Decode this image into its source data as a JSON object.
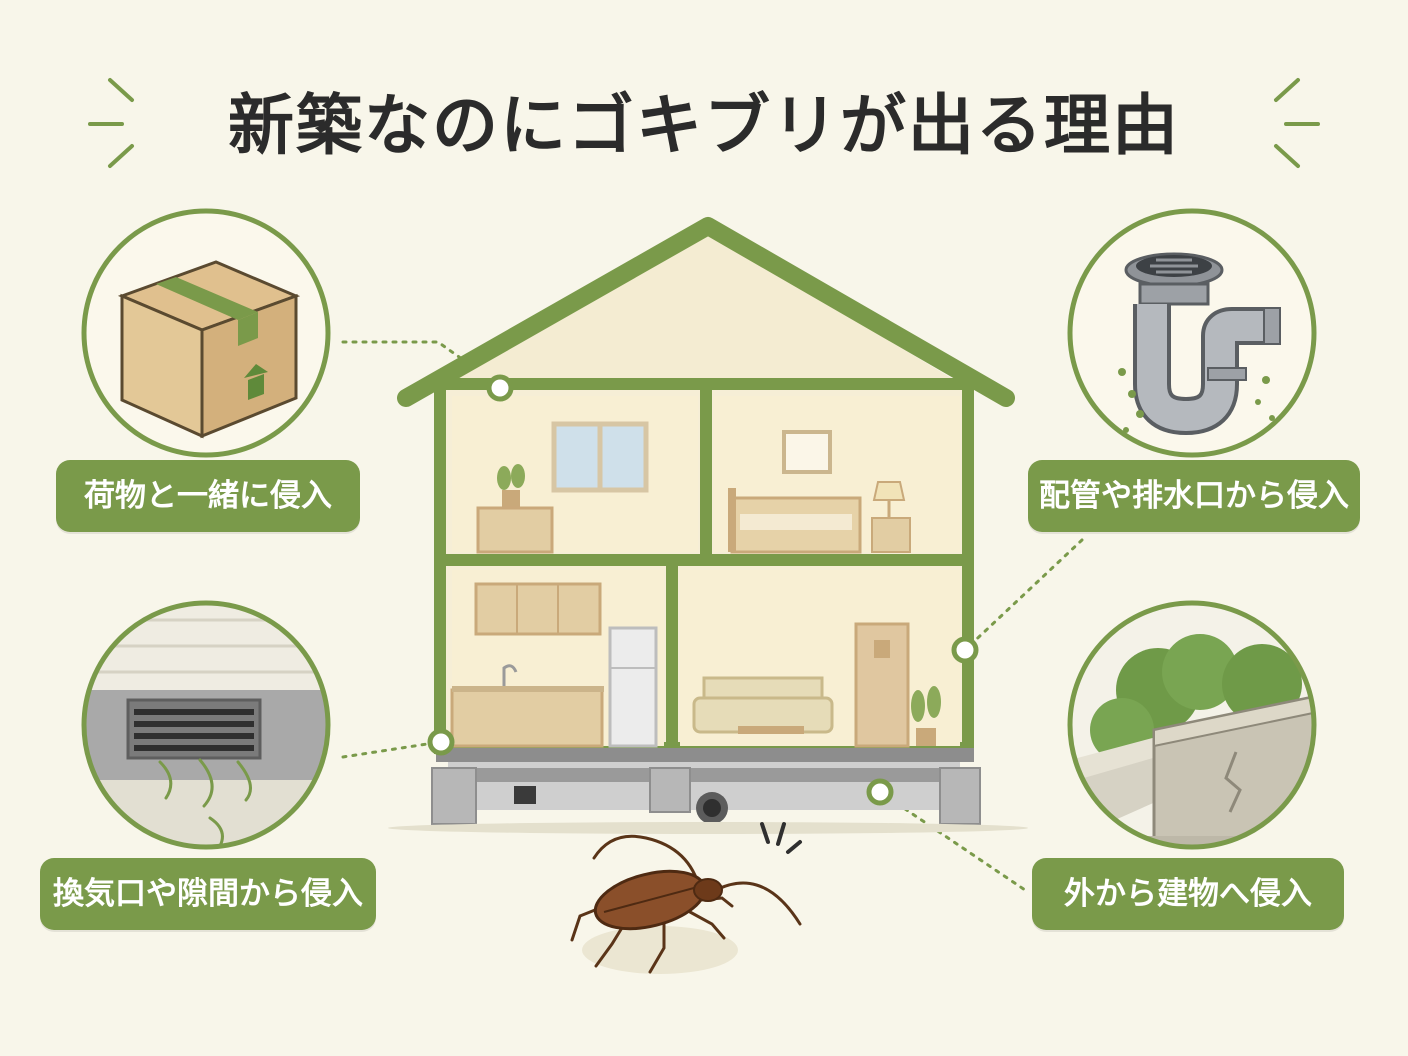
{
  "title": "新築なのにゴキブリが出る理由",
  "causes": [
    {
      "label": "荷物と一緒に侵入",
      "icon": "cardboard-box-icon"
    },
    {
      "label": "換気口や隙間から侵入",
      "icon": "ventilation-opening-icon"
    },
    {
      "label": "配管や排水口から侵入",
      "icon": "drain-pipe-icon"
    },
    {
      "label": "外から建物へ侵入",
      "icon": "outdoor-wall-bush-icon"
    }
  ],
  "colors": {
    "accent": "#7a9a4a",
    "background": "#f8f6ea",
    "title_text": "#2b2b2b",
    "cockroach": "#8a4f2a"
  }
}
